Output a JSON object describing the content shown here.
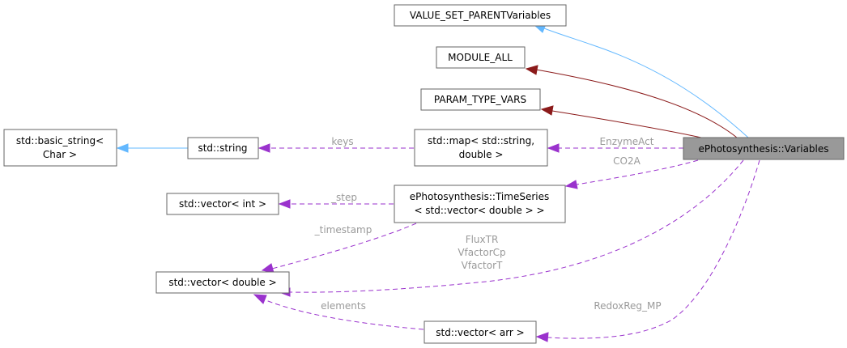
{
  "nodes": {
    "variables": "ePhotosynthesis::Variables",
    "value_set_parent": "VALUE_SET_PARENTVariables",
    "module_all": "MODULE_ALL",
    "param_type_vars": "PARAM_TYPE_VARS",
    "basic_string_line1": "std::basic_string<",
    "basic_string_line2": "Char >",
    "string": "std::string",
    "map_line1": "std::map< std::string,",
    "map_line2": "double >",
    "vector_int": "std::vector< int >",
    "timeseries_line1": "ePhotosynthesis::TimeSeries",
    "timeseries_line2": "< std::vector< double > >",
    "vector_double": "std::vector< double >",
    "vector_arr": "std::vector< arr >"
  },
  "edge_labels": {
    "keys": "keys",
    "enzymeact": "EnzymeAct",
    "co2a": "CO2A",
    "step": "_step",
    "timestamp": "_timestamp",
    "fluxtr": "FluxTR",
    "vfactorcp": "VfactorCp",
    "vfactort": "VfactorT",
    "elements": "elements",
    "redoxreg_mp": "RedoxReg_MP"
  },
  "colors": {
    "inheritance_public": "#63b8ff",
    "inheritance_protected": "#8b1a1a",
    "usage": "#9a32cd",
    "focus_fill": "#999999",
    "label_gray": "#9a9a9a"
  }
}
